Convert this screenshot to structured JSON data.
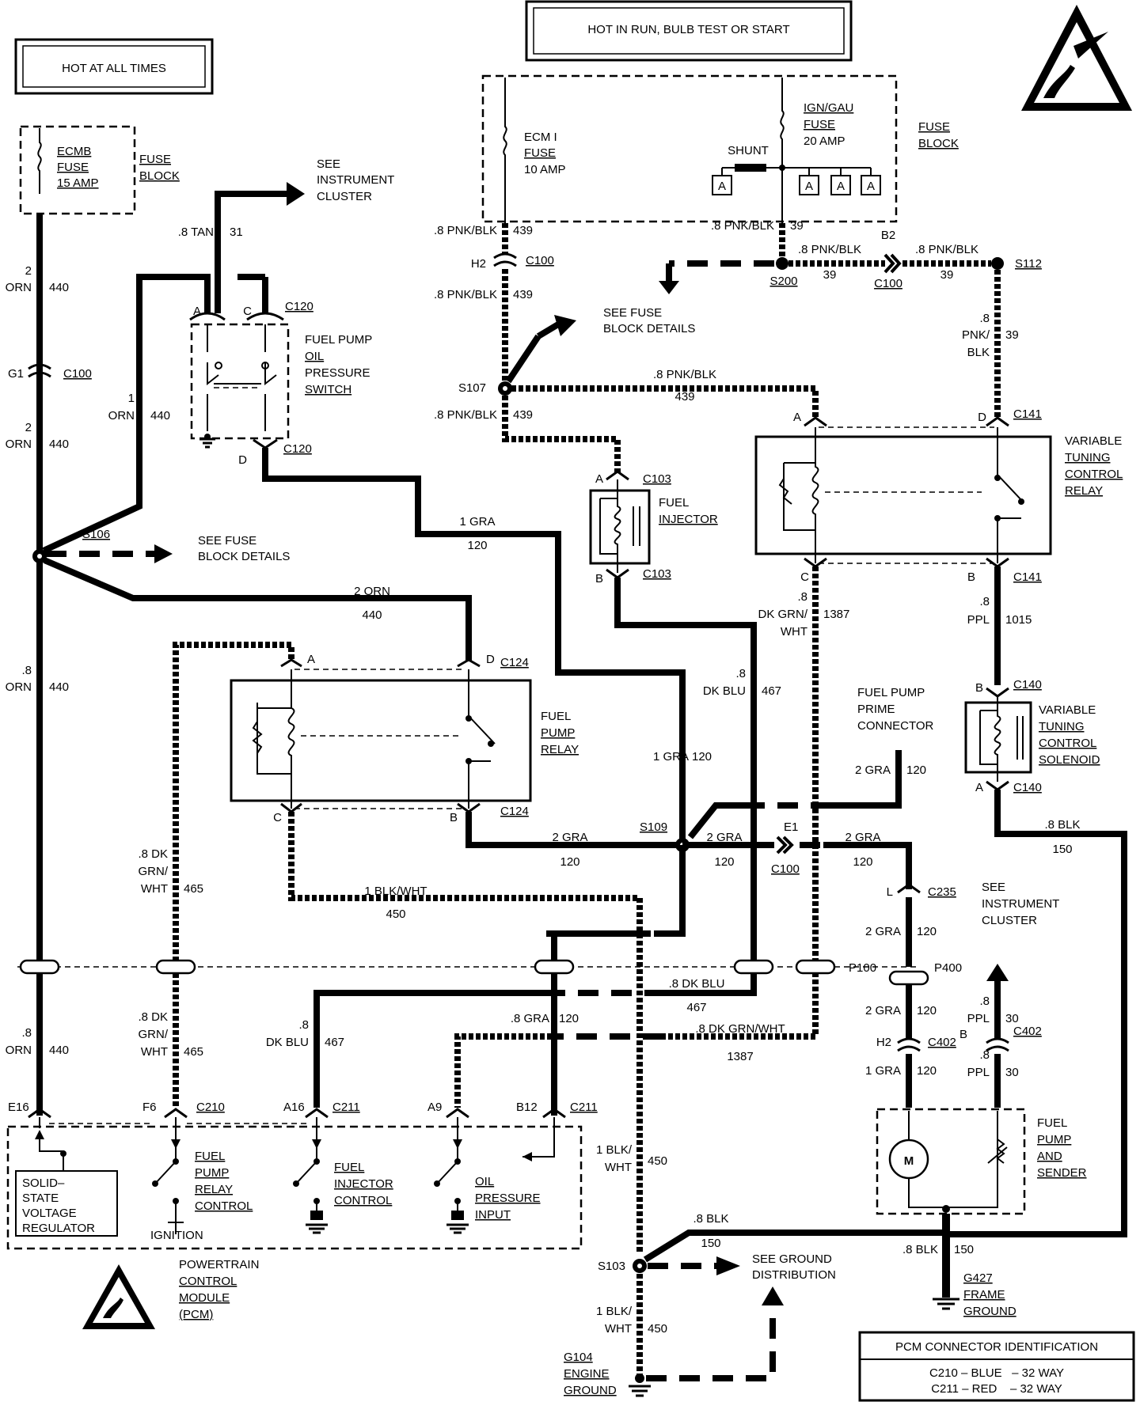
{
  "headers": {
    "hot_at_all_times": "HOT AT ALL TIMES",
    "hot_in_run": "HOT IN RUN, BULB TEST OR START"
  },
  "fuses": {
    "ecmb_name": "ECMB",
    "ecmb_fuse": "FUSE",
    "ecmb_amp": "15 AMP",
    "fuse_block_1": "FUSE",
    "fuse_block_2": "BLOCK",
    "ecmi_name": "ECM I",
    "ecmi_fuse": "FUSE",
    "ecmi_amp": "10 AMP",
    "ign_name": "IGN/GAU",
    "ign_fuse": "FUSE",
    "ign_amp": "20 AMP",
    "shunt": "SHUNT",
    "terminal_a": "A"
  },
  "components": {
    "fp_oil_1": "FUEL PUMP",
    "fp_oil_2": "OIL",
    "fp_oil_3": "PRESSURE",
    "fp_oil_4": "SWITCH",
    "fuel_injector_1": "FUEL",
    "fuel_injector_2": "INJECTOR",
    "vtc_relay_1": "VARIABLE",
    "vtc_relay_2": "TUNING",
    "vtc_relay_3": "CONTROL",
    "vtc_relay_4": "RELAY",
    "fp_relay_1": "FUEL",
    "fp_relay_2": "PUMP",
    "fp_relay_3": "RELAY",
    "vtc_sol_1": "VARIABLE",
    "vtc_sol_2": "TUNING",
    "vtc_sol_3": "CONTROL",
    "vtc_sol_4": "SOLENOID",
    "prime_1": "FUEL PUMP",
    "prime_2": "PRIME",
    "prime_3": "CONNECTOR",
    "fp_sender_1": "FUEL",
    "fp_sender_2": "PUMP",
    "fp_sender_3": "AND",
    "fp_sender_4": "SENDER",
    "motor": "M",
    "pcm_1": "POWERTRAIN",
    "pcm_2": "CONTROL",
    "pcm_3": "MODULE",
    "pcm_4": "(PCM)",
    "ssvr_1": "SOLID–",
    "ssvr_2": "STATE",
    "ssvr_3": "VOLTAGE",
    "ssvr_4": "REGULATOR",
    "ignition": "IGNITION",
    "fprc_1": "FUEL",
    "fprc_2": "PUMP",
    "fprc_3": "RELAY",
    "fprc_4": "CONTROL",
    "fic_1": "FUEL",
    "fic_2": "INJECTOR",
    "fic_3": "CONTROL",
    "opi_1": "OIL",
    "opi_2": "PRESSURE",
    "opi_3": "INPUT"
  },
  "refs": {
    "see_ic_1": "SEE",
    "see_ic_2": "INSTRUMENT",
    "see_ic_3": "CLUSTER",
    "see_fb_1": "SEE FUSE",
    "see_fb_2": "BLOCK DETAILS",
    "see_gd_1": "SEE GROUND",
    "see_gd_2": "DISTRIBUTION"
  },
  "grounds": {
    "g104_1": "G104",
    "g104_2": "ENGINE",
    "g104_3": "GROUND",
    "g427_1": "G427",
    "g427_2": "FRAME",
    "g427_3": "GROUND"
  },
  "connectors": {
    "c100": "C100",
    "c120": "C120",
    "c124": "C124",
    "c103": "C103",
    "c141": "C141",
    "c140": "C140",
    "c235": "C235",
    "c402": "C402",
    "c210": "C210",
    "c211": "C211",
    "p100": "P100",
    "p400": "P400"
  },
  "splices": {
    "s106": "S106",
    "s107": "S107",
    "s109": "S109",
    "s112": "S112",
    "s200": "S200",
    "s103": "S103"
  },
  "pins": {
    "a": "A",
    "b": "B",
    "c": "C",
    "d": "D",
    "l": "L",
    "g1": "G1",
    "h2": "H2",
    "b2": "B2",
    "e1": "E1",
    "e16": "E16",
    "f6": "F6",
    "a16": "A16",
    "a9": "A9",
    "b12": "B12"
  },
  "wires": {
    "w_2": "2",
    "w_1": "1",
    "w_8": ".8",
    "orn": "ORN",
    "n440": "440",
    "tan": ".8 TAN",
    "n31": "31",
    "pnkblk": ".8 PNK/BLK",
    "pnkblk2": "PNK/BLK",
    "n439": "439",
    "n39": "39",
    "pnk": "PNK/",
    "blk": "BLK",
    "gra1": "1 GRA",
    "gra2": "2 GRA",
    "gra8": ".8 GRA",
    "n120": "120",
    "orn2": "2 ORN",
    "n440b": "440",
    "dkblu": "DK BLU",
    "dkblu8": ".8 DK BLU",
    "n467": "467",
    "dkgrn": "DK GRN/",
    "wht": "WHT",
    "dkgrnwht8": ".8 DK GRN/WHT",
    "n1387": "1387",
    "dk8": ".8 DK",
    "grn": "GRN/",
    "n465": "465",
    "ppl": "PPL",
    "n1015": "1015",
    "n30": "30",
    "blkwht1": "1 BLK/WHT",
    "blk1": "1 BLK/",
    "n450": "450",
    "blk8": ".8 BLK",
    "n150": "150",
    "b_pin": "B"
  },
  "pcm_ident": {
    "title": "PCM CONNECTOR IDENTIFICATION",
    "row1": "C210 – BLUE   – 32 WAY",
    "row2": "C211 – RED    – 32 WAY"
  }
}
